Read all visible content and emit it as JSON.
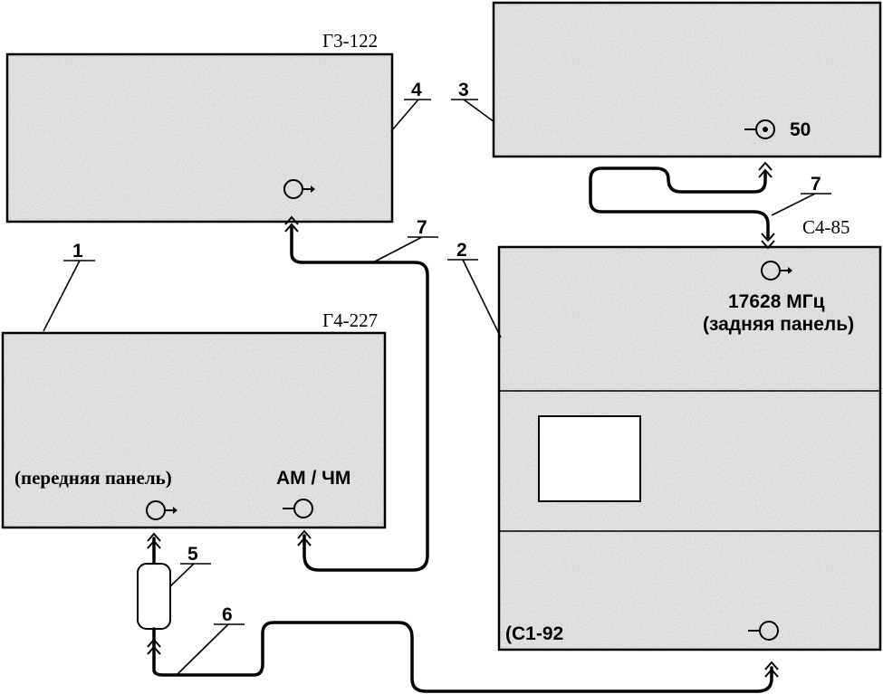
{
  "devices": {
    "g3": {
      "name": "Г3-122"
    },
    "c4": {
      "name": "С4-85",
      "connector_label": "17628 МГц",
      "panel_note": "(задняя панель)"
    },
    "g4": {
      "name": "Г4-227",
      "front_label": "(передняя панель)",
      "mod_label": "АМ / ЧМ"
    },
    "c1": {
      "name": "(С1-92"
    },
    "top_right": {
      "connector_value": "50"
    }
  },
  "callouts": {
    "n1": "1",
    "n2": "2",
    "n3": "3",
    "n4": "4",
    "n5": "5",
    "n6": "6",
    "n7a": "7",
    "n7b": "7"
  },
  "colors": {
    "line": "#000000",
    "panel_fill": "#d9d9d9"
  }
}
